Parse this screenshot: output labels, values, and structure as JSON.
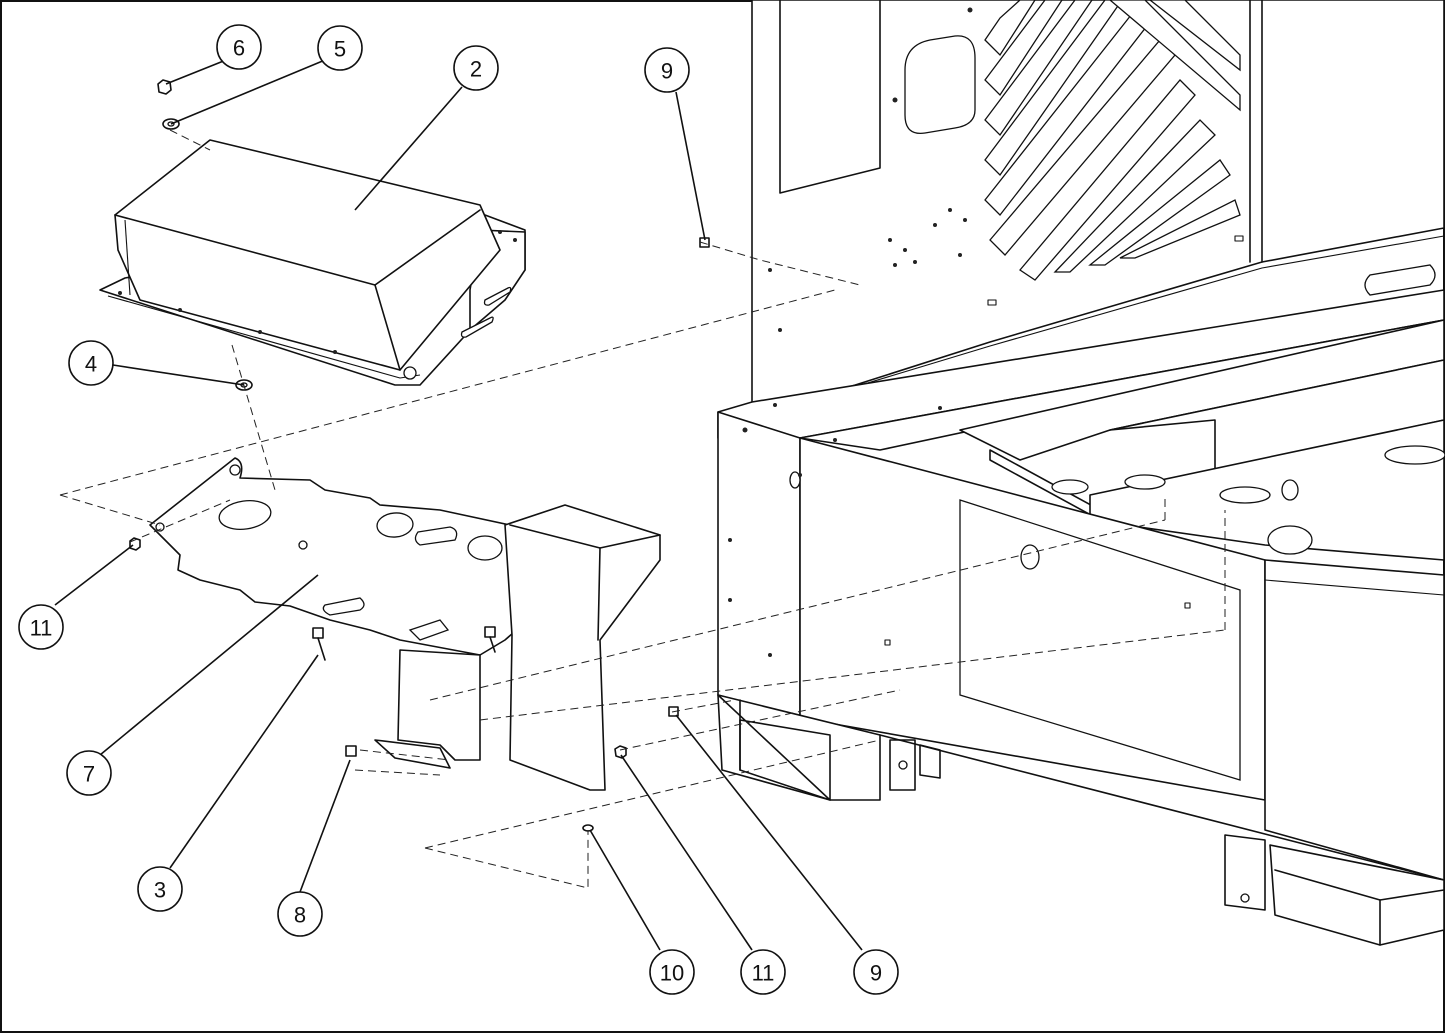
{
  "callouts": [
    {
      "id": "c6",
      "label": "6"
    },
    {
      "id": "c5",
      "label": "5"
    },
    {
      "id": "c2",
      "label": "2"
    },
    {
      "id": "c9a",
      "label": "9"
    },
    {
      "id": "c4",
      "label": "4"
    },
    {
      "id": "c11a",
      "label": "11"
    },
    {
      "id": "c7",
      "label": "7"
    },
    {
      "id": "c3",
      "label": "3"
    },
    {
      "id": "c8",
      "label": "8"
    },
    {
      "id": "c10",
      "label": "10"
    },
    {
      "id": "c11b",
      "label": "11"
    },
    {
      "id": "c9b",
      "label": "9"
    }
  ]
}
